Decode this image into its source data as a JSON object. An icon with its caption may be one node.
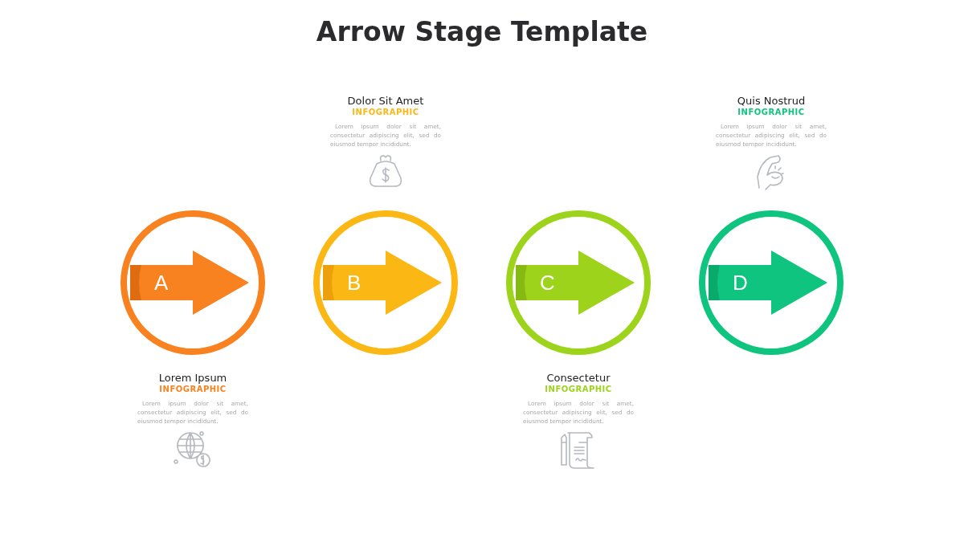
{
  "diagram": {
    "title": "Arrow Stage Template",
    "nodes": [
      {
        "text": [
          "A"
        ]
      },
      {
        "text": [
          "B"
        ]
      },
      {
        "text": [
          "C"
        ]
      },
      {
        "text": [
          "D"
        ]
      }
    ],
    "labels": [
      "Dolor Sit Amet",
      "INFOGRAPHIC",
      "Lorem ipsum dolor sit amet, consectetur adipiscing elit, sed do eiusmod tempor incididunt.",
      "Quis Nostrud",
      "INFOGRAPHIC",
      "Lorem ipsum dolor sit amet, consectetur adipiscing elit, sed do eiusmod tempor incididunt.",
      "Lorem Ipsum",
      "INFOGRAPHIC",
      "Lorem ipsum dolor sit amet, consectetur adipiscing elit, sed do eiusmod tempor incididunt.",
      "Consectetur",
      "INFOGRAPHIC",
      "Lorem ipsum dolor sit amet, consectetur adipiscing elit, sed do eiusmod tempor incididunt."
    ]
  }
}
